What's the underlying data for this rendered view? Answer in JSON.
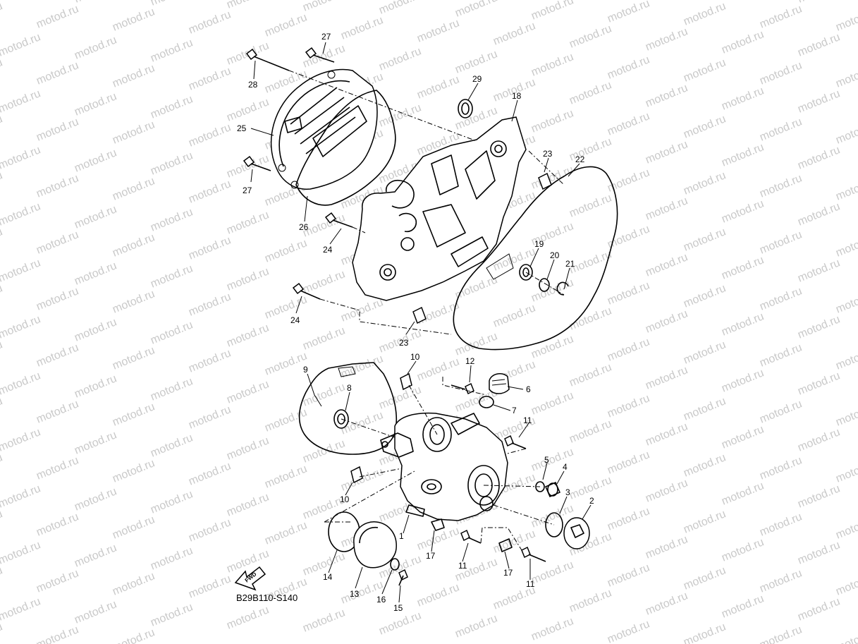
{
  "watermark_text": "motod.ru",
  "diagram_code": "B29B110-S140",
  "fwd_label": "FWD",
  "callouts": [
    "1",
    "2",
    "3",
    "4",
    "5",
    "6",
    "7",
    "8",
    "9",
    "10",
    "10",
    "11",
    "11",
    "11",
    "12",
    "13",
    "14",
    "15",
    "16",
    "17",
    "17",
    "18",
    "19",
    "20",
    "21",
    "22",
    "23",
    "23",
    "24",
    "24",
    "25",
    "26",
    "27",
    "27",
    "28",
    "29"
  ]
}
